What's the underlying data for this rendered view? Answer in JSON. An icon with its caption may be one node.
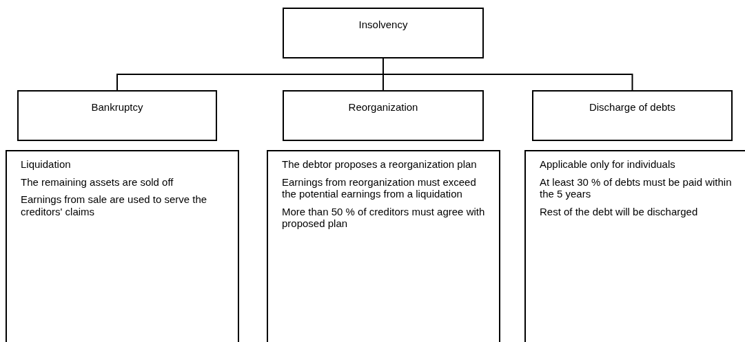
{
  "diagram": {
    "nodes": [
      {
        "text": [
          "Insolvency"
        ]
      },
      {
        "text": [
          "Bankruptcy"
        ]
      },
      {
        "text": [
          "Reorganization"
        ]
      },
      {
        "text": [
          "Discharge of debts"
        ]
      },
      {
        "text": [
          "Liquidation",
          "The remaining assets are sold off",
          "Earnings from sale are used to serve the creditors' claims"
        ]
      },
      {
        "text": [
          "The debtor proposes a reorganization plan",
          "Earnings from reorganization must exceed the potential earnings from a liquidation",
          "More than 50 % of creditors must agree with proposed plan"
        ]
      },
      {
        "text": [
          "Applicable only for individuals",
          "At least 30 % of debts must be paid within the 5 years",
          "Rest of the debt will be discharged"
        ]
      }
    ],
    "edges": [
      {
        "from": 0,
        "to": 1,
        "arrow": "none"
      },
      {
        "from": 0,
        "to": 2,
        "arrow": "none"
      },
      {
        "from": 0,
        "to": 3,
        "arrow": "none"
      }
    ]
  }
}
